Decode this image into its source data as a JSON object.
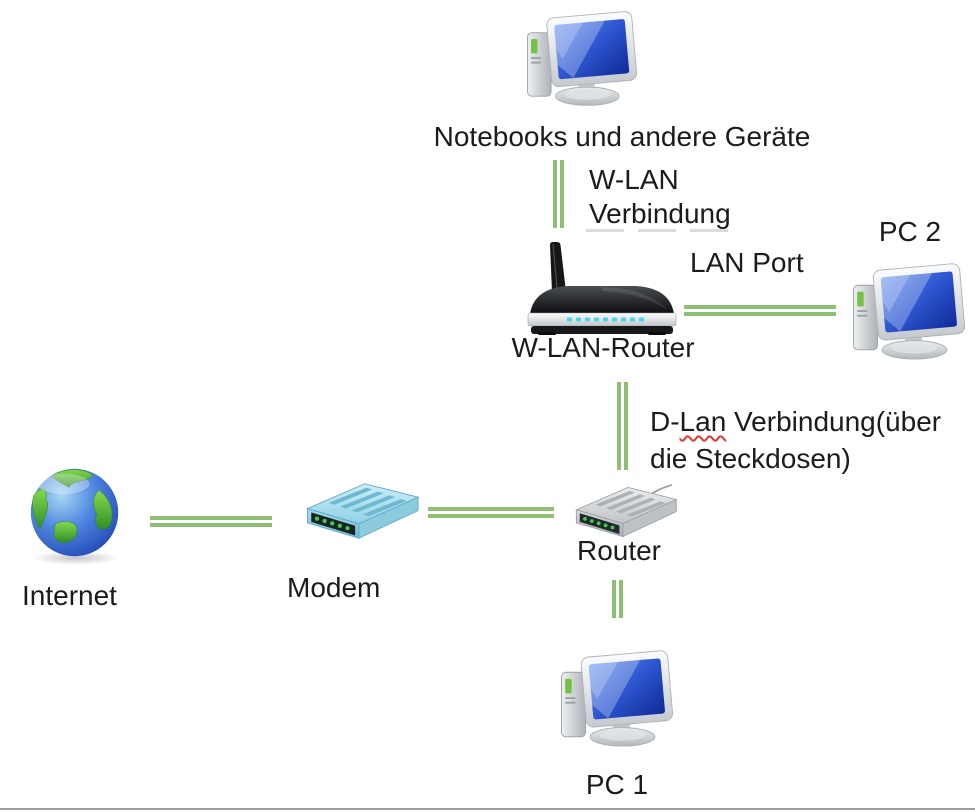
{
  "colors": {
    "connection_green": "#8fbf72",
    "label_text": "#1b1b1b",
    "spellcheck_red": "#e0392e",
    "pc_screen_blue": "#2c55cf",
    "modem_cyan": "#9fd9ec",
    "wlan_led_cyan": "#41d9ea",
    "led_green": "#3ed24b"
  },
  "nodes": {
    "notebooks": {
      "label": "Notebooks und andere Geräte"
    },
    "pc2": {
      "label": "PC 2"
    },
    "wlan_router": {
      "label": "W-LAN-Router"
    },
    "router": {
      "label": "Router"
    },
    "modem": {
      "label": "Modem"
    },
    "internet": {
      "label": "Internet"
    },
    "pc1": {
      "label": "PC 1"
    }
  },
  "connections": {
    "wlan": {
      "label_line1": "W-LAN",
      "label_line2": "Verbindung"
    },
    "lan": {
      "label": "LAN Port"
    },
    "dlan": {
      "prefix": "D-",
      "misspelled": "Lan",
      "rest": " Verbindung(über",
      "line2": "die Steckdosen)"
    }
  }
}
